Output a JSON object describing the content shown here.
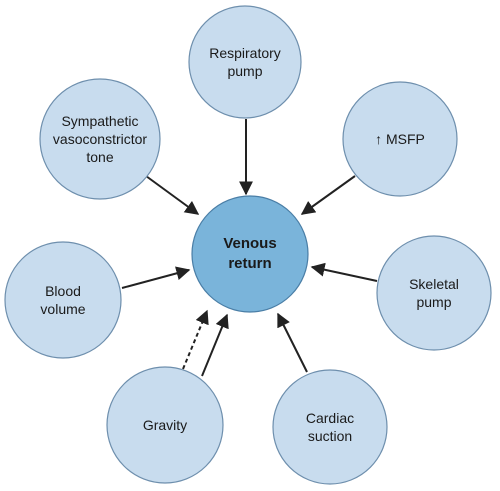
{
  "center": {
    "label": "Venous\nreturn"
  },
  "factors": [
    {
      "id": "respiratory-pump",
      "label": "Respiratory\npump"
    },
    {
      "id": "msfp",
      "label": "↑ MSFP"
    },
    {
      "id": "sympathetic-tone",
      "label": "Sympathetic\nvasoconstrictor\ntone"
    },
    {
      "id": "blood-volume",
      "label": "Blood\nvolume"
    },
    {
      "id": "skeletal-pump",
      "label": "Skeletal\npump"
    },
    {
      "id": "gravity",
      "label": "Gravity"
    },
    {
      "id": "cardiac-suction",
      "label": "Cardiac\nsuction"
    }
  ],
  "colors": {
    "outer_fill": "#c8dcee",
    "outer_stroke": "#6e8fad",
    "center_fill": "#7ab4da",
    "center_stroke": "#4a7ea6",
    "arrow": "#222222"
  }
}
